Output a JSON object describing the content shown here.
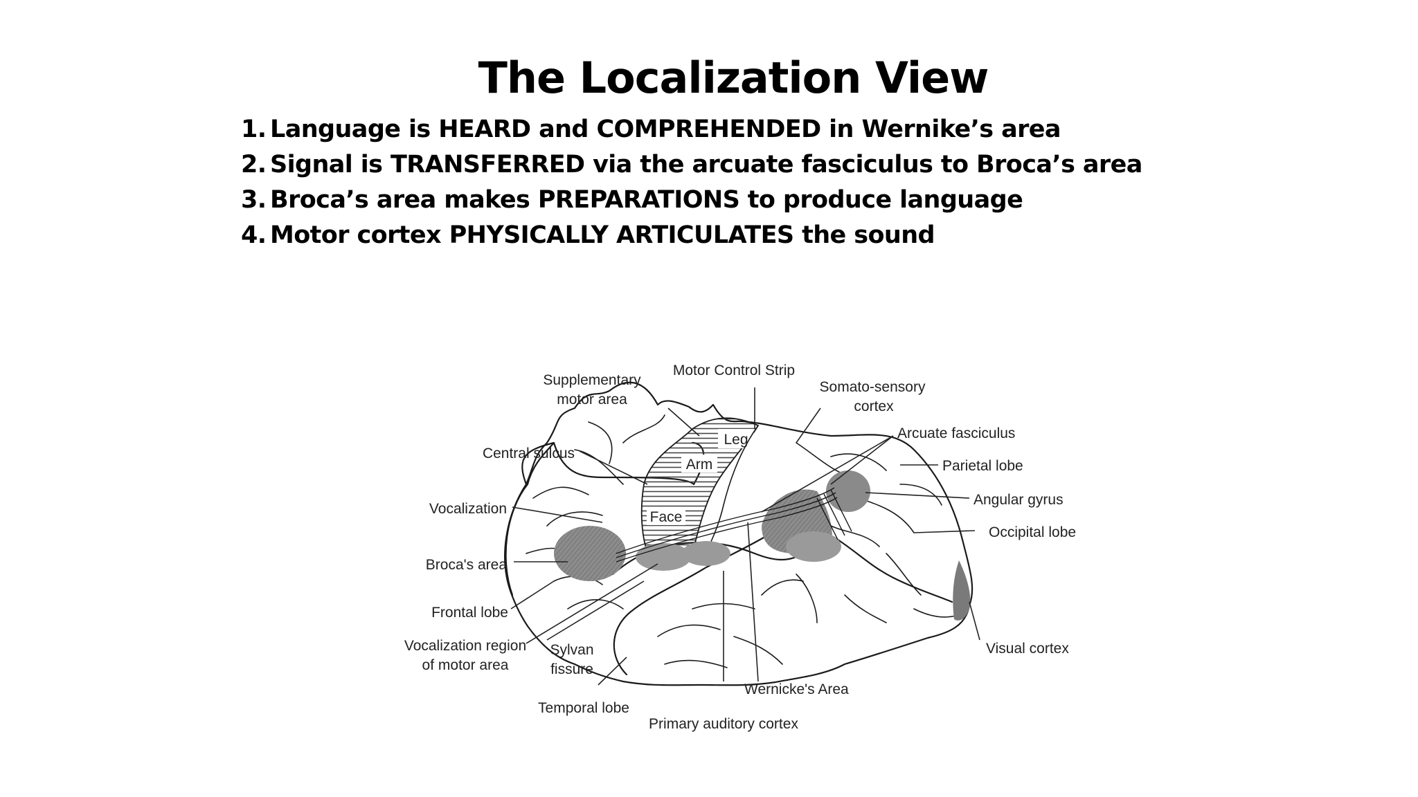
{
  "slide": {
    "title": "The Localization View",
    "points": [
      {
        "num": "1.",
        "text": "Language is HEARD and COMPREHENDED in Wernike’s area"
      },
      {
        "num": "2.",
        "text": "Signal is TRANSFERRED via the arcuate fasciculus to Broca’s area"
      },
      {
        "num": "3.",
        "text": "Broca’s area makes PREPARATIONS to  produce language"
      },
      {
        "num": "4.",
        "text": "Motor cortex PHYSICALLY ARTICULATES the sound"
      }
    ]
  },
  "diagram": {
    "labels": {
      "supplementary_1": "Supplementary",
      "supplementary_2": "motor area",
      "motor_strip": "Motor Control Strip",
      "somato_1": "Somato-sensory",
      "somato_2": "cortex",
      "arcuate": "Arcuate fasciculus",
      "central_sulcus": "Central sulcus",
      "parietal": "Parietal lobe",
      "angular": "Angular gyrus",
      "vocalization": "Vocalization",
      "occipital": "Occipital lobe",
      "broca": "Broca's area",
      "frontal": "Frontal lobe",
      "voc_region_1": "Vocalization region",
      "voc_region_2": "of motor area",
      "sylvan_1": "Sylvan",
      "sylvan_2": "fissure",
      "visual": "Visual cortex",
      "wernicke": "Wernicke's Area",
      "temporal": "Temporal lobe",
      "auditory": "Primary auditory cortex",
      "leg": "Leg",
      "arm": "Arm",
      "face": "Face"
    }
  }
}
